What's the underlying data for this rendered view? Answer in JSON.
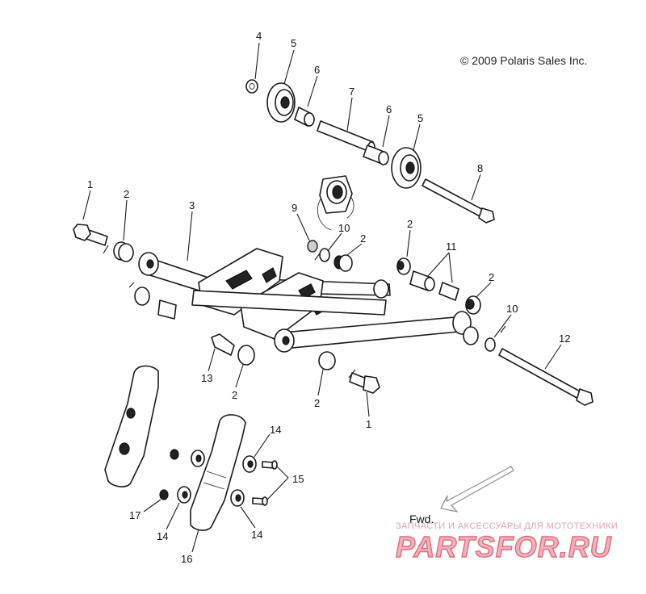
{
  "copyright": "© 2009 Polaris Sales Inc.",
  "direction_label": "Fwd.",
  "watermark": {
    "tagline": "ЗАПЧАСТИ И АКСЕССУАРЫ ДЛЯ МОТОТЕХНИКИ",
    "brand": "PARTSFOR.RU"
  },
  "callouts": {
    "c1a": "1",
    "c1b": "1",
    "c2a": "2",
    "c2b": "2",
    "c2c": "2",
    "c2d": "2",
    "c2e": "2",
    "c2f": "2",
    "c3": "3",
    "c4": "4",
    "c5a": "5",
    "c5b": "5",
    "c6a": "6",
    "c6b": "6",
    "c7": "7",
    "c8": "8",
    "c9": "9",
    "c10a": "10",
    "c10b": "10",
    "c11": "11",
    "c12": "12",
    "c13": "13",
    "c14a": "14",
    "c14b": "14",
    "c14c": "14",
    "c15": "15",
    "c16": "16",
    "c17": "17"
  }
}
